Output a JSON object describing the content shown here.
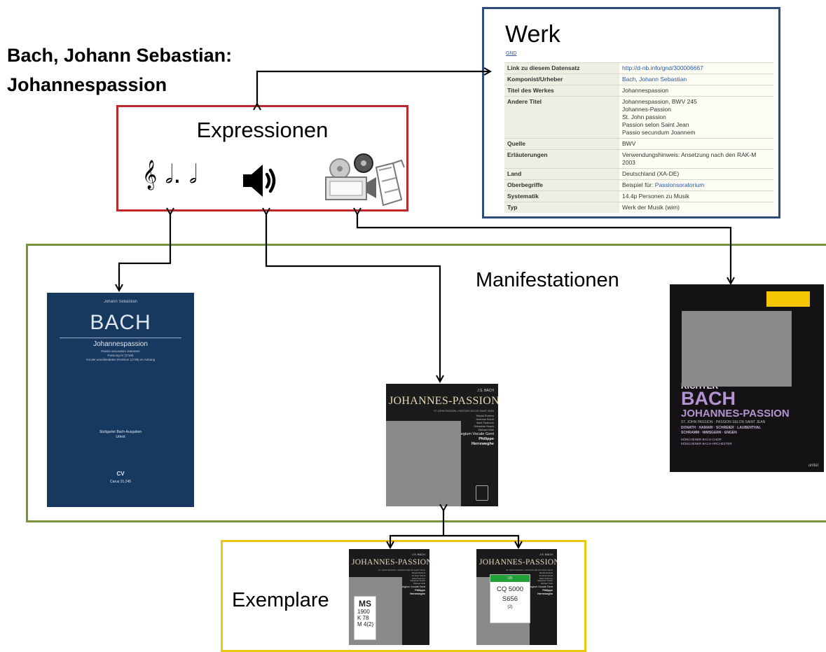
{
  "title": {
    "line1": "Bach, Johann Sebastian:",
    "line2": "Johannespassion"
  },
  "werk": {
    "heading": "Werk",
    "tag": "GND",
    "rows": [
      {
        "key": "Link zu diesem Datensatz",
        "value": [
          "http://d-nb.info/gnd/300006667"
        ],
        "link": true
      },
      {
        "key": "Komponist/Urheber",
        "value": [
          "Bach, Johann Sebastian"
        ],
        "link": true
      },
      {
        "key": "Titel des Werkes",
        "value": [
          "Johannespassion"
        ],
        "link": false
      },
      {
        "key": "Andere Titel",
        "value": [
          "Johannespassion, BWV 245",
          "Johannes-Passion",
          "St. John passion",
          "Passion selon Saint Jean",
          "Passio secundum Joannem"
        ],
        "link": false
      },
      {
        "key": "Quelle",
        "value": [
          "BWV"
        ],
        "link": false
      },
      {
        "key": "Erläuterungen",
        "value": [
          "Verwendungshinweis: Ansetzung nach den RAK-M 2003"
        ],
        "link": false
      },
      {
        "key": "Land",
        "value": [
          "Deutschland (XA-DE)"
        ],
        "link": false
      },
      {
        "key": "Oberbegriffe",
        "value": [
          "Beispiel für: ",
          "Passionsoratorium"
        ],
        "link": "partial"
      },
      {
        "key": "Systematik",
        "value": [
          "14.4p Personen zu Musik"
        ],
        "link": false
      },
      {
        "key": "Typ",
        "value": [
          "Werk der Musik (wim)"
        ],
        "link": false
      }
    ]
  },
  "expressionen": {
    "heading": "Expressionen",
    "icons": [
      "score-notes-icon",
      "speaker-icon",
      "film-projector-icon"
    ],
    "notes_glyphs": "𝄞 𝅗𝅥. 𝅗𝅥"
  },
  "manifestationen": {
    "heading": "Manifestationen",
    "score": {
      "author": "Johann Sebastian",
      "name": "BACH",
      "title": "Johannespassion",
      "subtitle": [
        "Passio secundum Joannem",
        "Fassung IV (1749)",
        "mit der unvollendeten Revision (1739) im Anhang"
      ],
      "edition": [
        "Stuttgarter Bach-Ausgaben",
        "Urtext"
      ],
      "logo": "CV",
      "number": "Carus 31.245"
    },
    "cd": {
      "composer": "J.S. BACH",
      "title": "JOHANNES-PASSION",
      "subtitle": "ST JOHN PASSION • PASSION SELON SAINT JEAN",
      "cast": [
        "Sibylla Rubens",
        "Andreas Scholl",
        "Mark Padmore",
        "Sebastian Noack",
        "Michael Volle"
      ],
      "ensemble": [
        "Collegium Vocale Gent",
        "Philippe",
        "Herreweghe"
      ]
    },
    "dvd": {
      "conductor": "RICHTER",
      "name": "BACH",
      "title": "JOHANNES-PASSION",
      "subtitle": "ST. JOHN PASSION · PASSION SELON SAINT JEAN",
      "cast": [
        "DONATH · HAMARI · SCHREIER · LAUBENTHAL",
        "SCHRAMM · NIMSGERN · ENGEN"
      ],
      "ensemble": [
        "MÜNCHENER BACH-CHOR",
        "MÜNCHENER BACH-ORCHESTER"
      ],
      "label": "unitel"
    }
  },
  "exemplare": {
    "heading": "Exemplare",
    "label_left": {
      "head": "MS",
      "lines": [
        "1900",
        "K 78",
        "M 4(2)"
      ]
    },
    "label_right": {
      "bar": "UB",
      "lines": [
        "CQ 5000",
        "S656",
        "(2)"
      ]
    }
  },
  "colors": {
    "werk_border": "#2e4d7b",
    "expr_border": "#c0272d",
    "manifest_border": "#77933c",
    "exemplare_border": "#e8c811"
  }
}
